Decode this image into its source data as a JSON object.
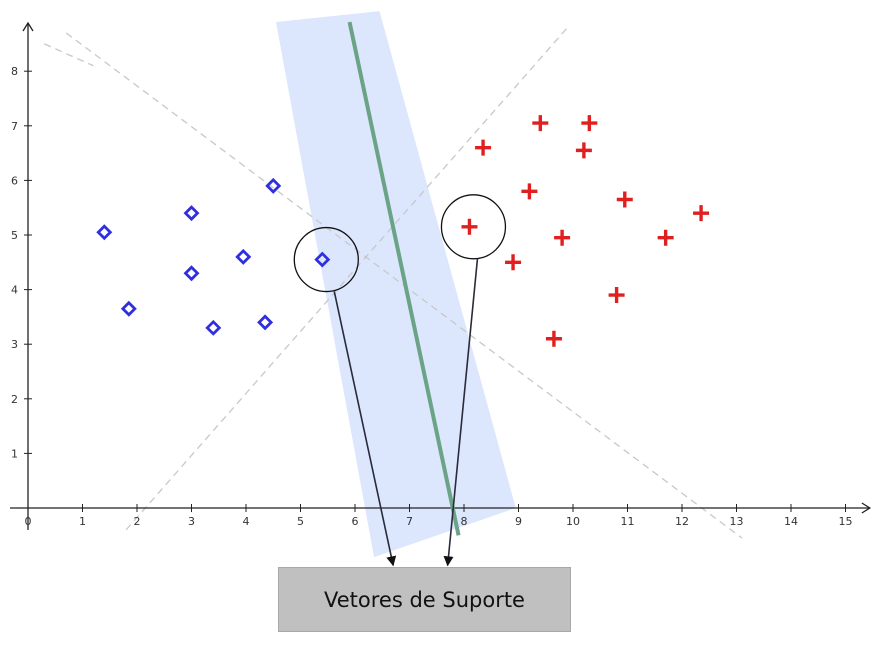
{
  "chart_data": {
    "type": "scatter",
    "title": "",
    "xlabel": "",
    "ylabel": "",
    "xlim": [
      0,
      15.3
    ],
    "ylim": [
      0,
      8.7
    ],
    "x_ticks": [
      0,
      1,
      2,
      3,
      4,
      5,
      6,
      7,
      8,
      9,
      10,
      11,
      12,
      13,
      14,
      15
    ],
    "y_ticks": [
      1,
      2,
      3,
      4,
      5,
      6,
      7,
      8
    ],
    "grid": false,
    "series": [
      {
        "marker": "diamond",
        "color": "#2f2fe0",
        "points": [
          [
            1.4,
            5.05
          ],
          [
            1.85,
            3.65
          ],
          [
            3.0,
            5.4
          ],
          [
            3.0,
            4.3
          ],
          [
            3.4,
            3.3
          ],
          [
            3.95,
            4.6
          ],
          [
            4.35,
            3.4
          ],
          [
            4.5,
            5.9
          ],
          [
            5.4,
            4.55
          ]
        ]
      },
      {
        "marker": "plus",
        "color": "#e02020",
        "points": [
          [
            8.35,
            6.6
          ],
          [
            9.4,
            7.05
          ],
          [
            10.3,
            7.05
          ],
          [
            10.2,
            6.55
          ],
          [
            9.2,
            5.8
          ],
          [
            10.95,
            5.65
          ],
          [
            12.35,
            5.4
          ],
          [
            8.1,
            5.15
          ],
          [
            9.8,
            4.95
          ],
          [
            11.7,
            4.95
          ],
          [
            8.9,
            4.5
          ],
          [
            10.8,
            3.9
          ],
          [
            9.65,
            3.1
          ]
        ]
      }
    ],
    "separating_line": {
      "from": [
        5.9,
        8.9
      ],
      "to": [
        7.9,
        -0.5
      ],
      "color": "#6aa386"
    },
    "margin_band": {
      "corners": [
        [
          4.55,
          8.9
        ],
        [
          6.45,
          9.1
        ],
        [
          8.95,
          0
        ],
        [
          6.35,
          -0.9
        ]
      ],
      "color": "#dce7fd"
    },
    "dashed_guides": [
      {
        "from": [
          0.7,
          8.7
        ],
        "to": [
          13.1,
          -0.55
        ],
        "color": "#c8c8c8"
      },
      {
        "from": [
          1.8,
          -0.4
        ],
        "to": [
          9.9,
          8.8
        ],
        "color": "#c8c8c8"
      },
      {
        "from": [
          0.3,
          8.5
        ],
        "to": [
          1.2,
          8.1
        ],
        "color": "#c8c8c8"
      }
    ],
    "support_vectors": [
      {
        "point": [
          5.4,
          4.55
        ],
        "arrow_to": [
          6.7,
          -1.05
        ]
      },
      {
        "point": [
          8.1,
          5.15
        ],
        "arrow_to": [
          7.7,
          -1.05
        ]
      }
    ],
    "annotation": "Vetores de Suporte"
  }
}
